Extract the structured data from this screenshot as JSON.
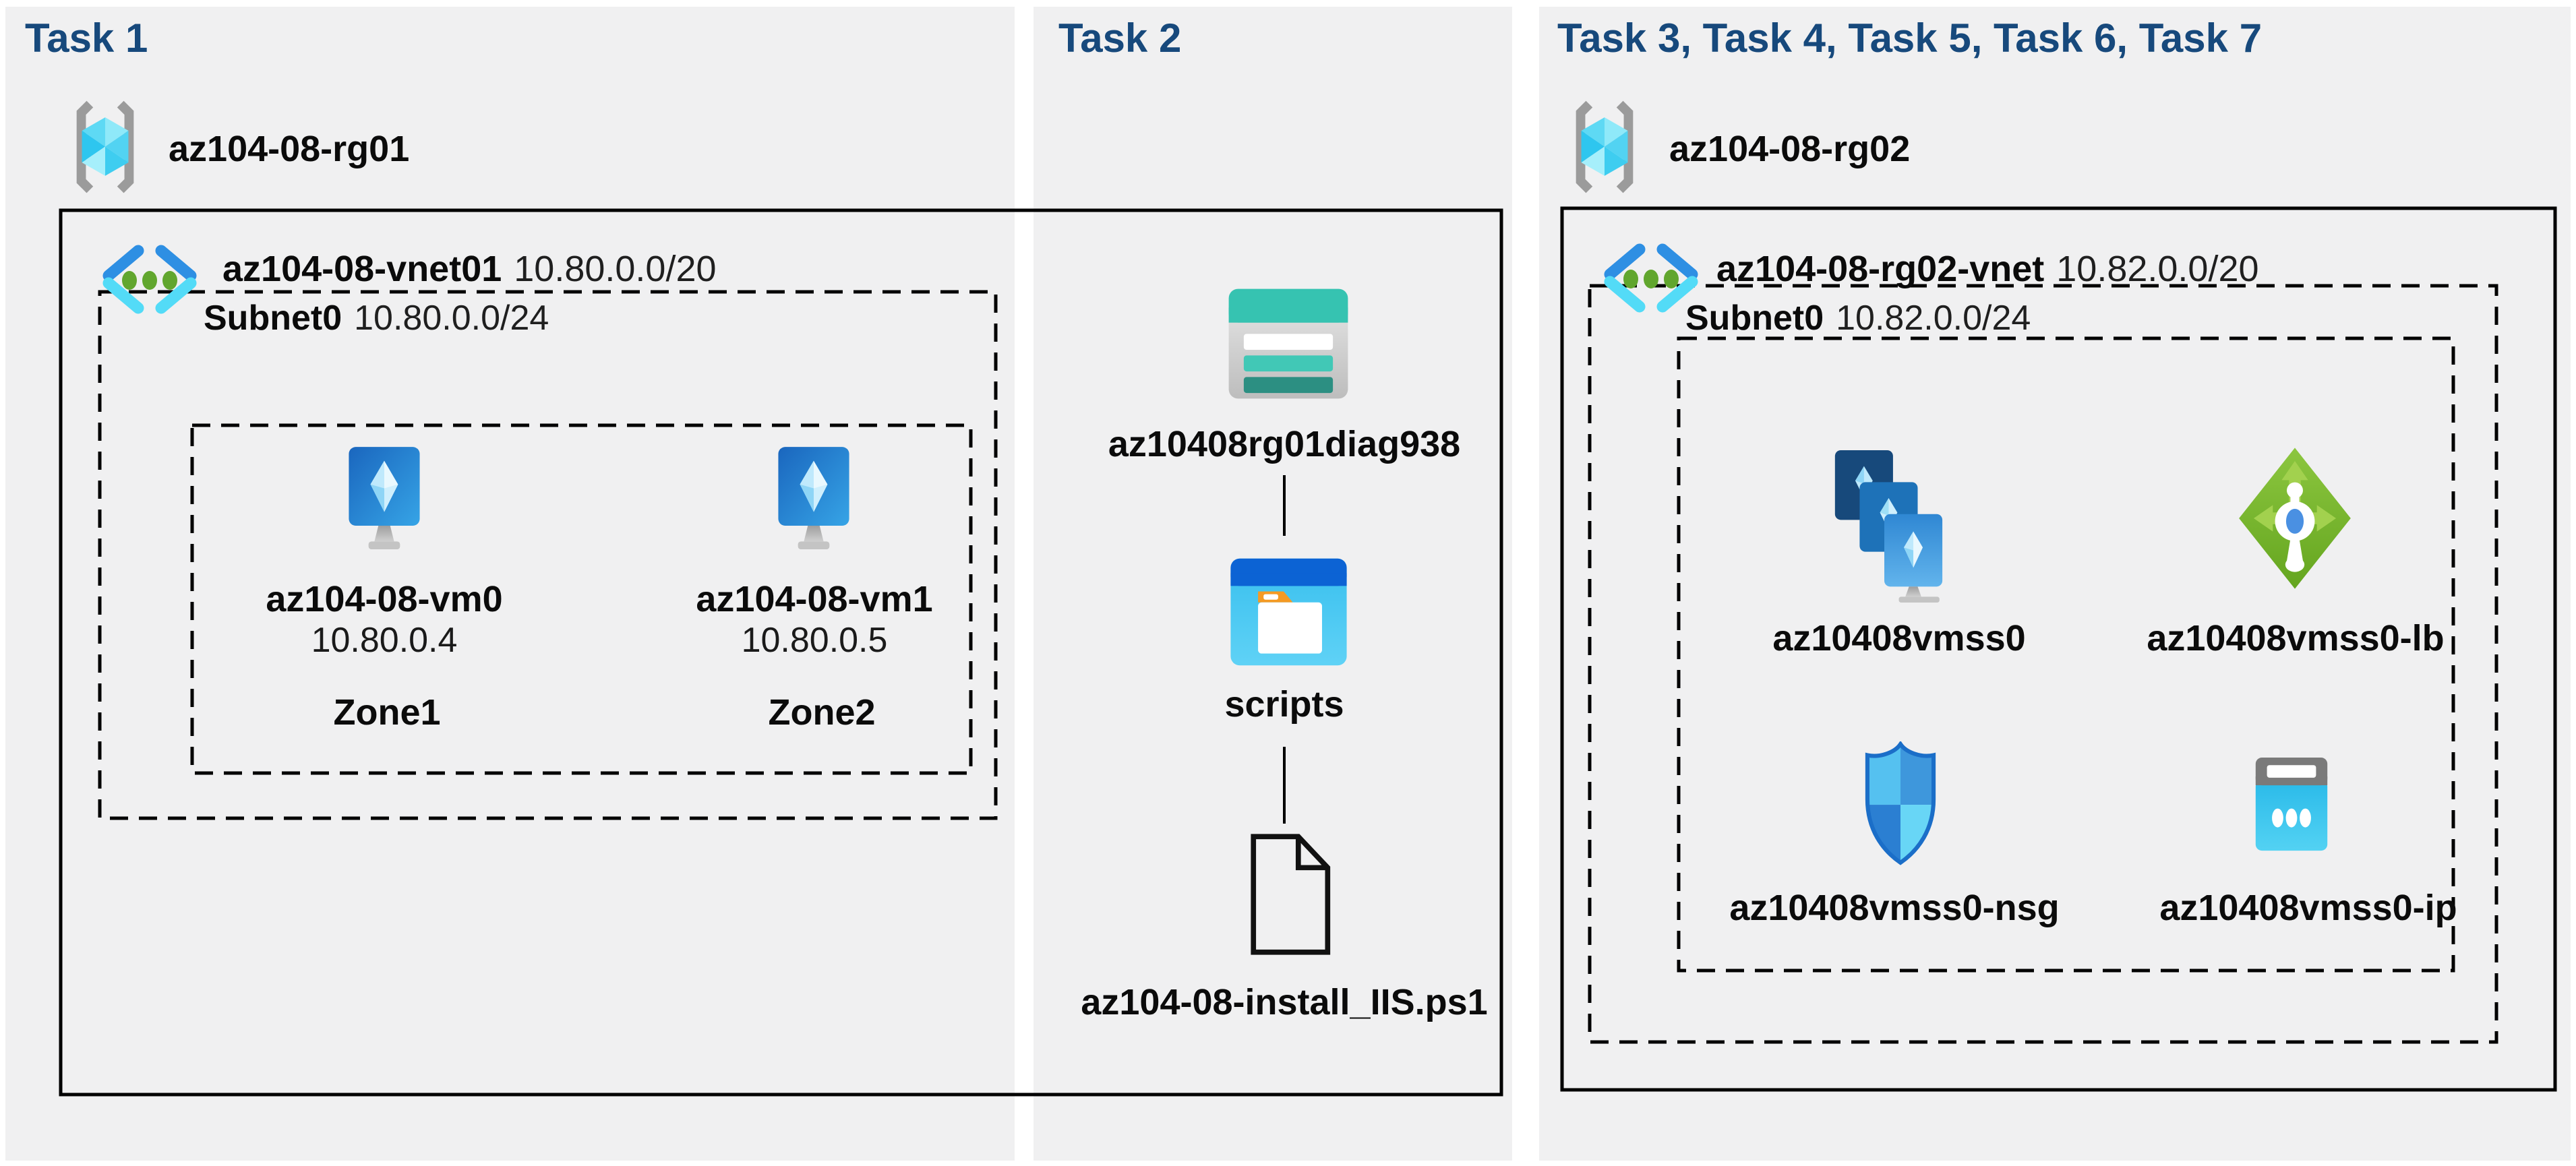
{
  "colors": {
    "page_bg": "#ffffff",
    "panel_bg": "#f0f0f1",
    "header_text": "#17497c",
    "label_text": "#0b0b0b",
    "outline": "#000000",
    "azure_cyan": "#3ecdf0",
    "azure_blue": "#2e8fe3",
    "monitor_blue": "#1a66be",
    "vmss_dark_blue": "#17497b",
    "lb_green": "#7dbc33",
    "nsg_blue": "#1b6ec8",
    "storage_teal": "#36c3b1",
    "folder_orange": "#f59a23",
    "ip_cyan": "#2abae9",
    "bracket_gray": "#9b9b9b"
  },
  "task1": {
    "header": "Task 1",
    "rg": {
      "name": "az104-08-rg01"
    },
    "vnet": {
      "name": "az104-08-vnet01",
      "cidr": "10.80.0.0/20"
    },
    "subnet": {
      "name": "Subnet0",
      "cidr": "10.80.0.0/24"
    },
    "vm0": {
      "name": "az104-08-vm0",
      "ip": "10.80.0.4",
      "zone": "Zone1"
    },
    "vm1": {
      "name": "az104-08-vm1",
      "ip": "10.80.0.5",
      "zone": "Zone2"
    }
  },
  "task2": {
    "header": "Task 2",
    "storage_account": {
      "name": "az10408rg01diag938"
    },
    "container": {
      "name": "scripts"
    },
    "script_file": {
      "name": "az104-08-install_IIS.ps1"
    }
  },
  "task3": {
    "header": "Task 3, Task 4, Task 5, Task 6, Task 7",
    "rg": {
      "name": "az104-08-rg02"
    },
    "vnet": {
      "name": "az104-08-rg02-vnet",
      "cidr": "10.82.0.0/20"
    },
    "subnet": {
      "name": "Subnet0",
      "cidr": "10.82.0.0/24"
    },
    "vmss": {
      "name": "az10408vmss0"
    },
    "lb": {
      "name": "az10408vmss0-lb"
    },
    "nsg": {
      "name": "az10408vmss0-nsg"
    },
    "pip": {
      "name": "az10408vmss0-ip"
    }
  }
}
